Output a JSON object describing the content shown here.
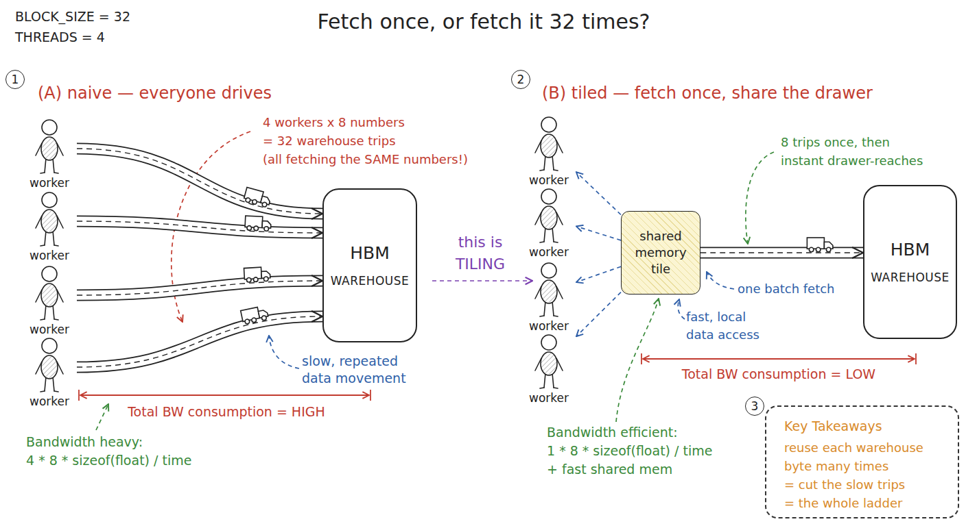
{
  "diagram": {
    "title": "Fetch once, or fetch it 32 times?",
    "nodes": [
      {
        "text": [
          "1"
        ]
      },
      {
        "text": [
          "worker"
        ]
      },
      {
        "text": [
          "worker"
        ]
      },
      {
        "text": [
          "worker"
        ]
      },
      {
        "text": [
          "worker"
        ]
      },
      {
        "text": [
          "HBM",
          "WAREHOUSE"
        ]
      },
      {
        "text": [
          "2"
        ]
      },
      {
        "text": [
          "worker"
        ]
      },
      {
        "text": [
          "worker"
        ]
      },
      {
        "text": [
          "worker"
        ]
      },
      {
        "text": [
          "worker"
        ]
      },
      {
        "text": [
          "shared memory tile"
        ]
      },
      {
        "text": [
          "HBM",
          "WAREHOUSE"
        ]
      },
      {
        "text": [
          "3"
        ]
      },
      {
        "text": [
          "Key Takeaways",
          "reuse each warehouse byte many times = cut the slow trips = the whole ladder"
        ]
      }
    ],
    "edges": [
      {
        "from": 1,
        "to": 5,
        "arrow": "to"
      },
      {
        "from": 2,
        "to": 5,
        "arrow": "to"
      },
      {
        "from": 3,
        "to": 5,
        "arrow": "to"
      },
      {
        "from": 4,
        "to": 5,
        "arrow": "to"
      },
      {
        "from": 11,
        "to": 7,
        "arrow": "to"
      },
      {
        "from": 11,
        "to": 8,
        "arrow": "to"
      },
      {
        "from": 11,
        "to": 9,
        "arrow": "to"
      },
      {
        "from": 11,
        "to": 10,
        "arrow": "to"
      },
      {
        "from": 11,
        "to": 12,
        "arrow": "to"
      }
    ],
    "labels": [
      "BLOCK_SIZE = 32",
      "THREADS = 4",
      "(A) naive — everyone drives",
      "4 workers x 8 numbers = 32 warehouse trips (all fetching the SAME numbers!)",
      "slow, repeated data movement",
      "Total BW consumption = HIGH",
      "Bandwidth heavy: 4 * 8 * sizeof(float) / time",
      "this is TILING",
      "(B) tiled — fetch once, share the drawer",
      "8 trips once, then instant drawer-reaches",
      "one batch fetch",
      "fast, local data access",
      "Total BW consumption = LOW",
      "Bandwidth efficient: 1 * 8 * sizeof(float) / time + fast shared mem"
    ]
  }
}
